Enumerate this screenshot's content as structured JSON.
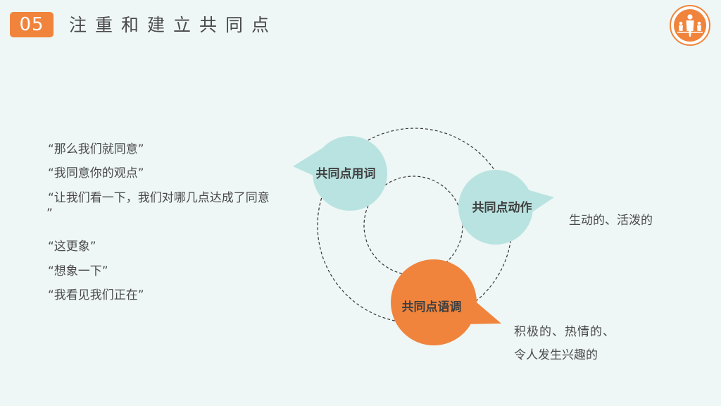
{
  "header": {
    "section_number": "05",
    "title": "注重和建立共同点"
  },
  "quotes": [
    "“那么我们就同意”",
    "“我同意你的观点”",
    "“让我们看一下，我们对哪几点达成了同意",
    "”",
    "“这更象”",
    "“想象一下”",
    "“我看见我们正在”"
  ],
  "diagram": {
    "bubbles": [
      {
        "label": "共同点用词",
        "color": "#b9e3e1"
      },
      {
        "label": "共同点动作",
        "color": "#b9e3e1"
      },
      {
        "label": "共同点语调",
        "color": "#f0843c"
      }
    ],
    "notes": {
      "action": "生动的、活泼的",
      "tone_line1": "积极的、热情的、",
      "tone_line2": "令人发生兴趣的"
    }
  },
  "colors": {
    "accent": "#f0843c",
    "teal": "#b9e3e1",
    "background": "#eef7f5",
    "text": "#4a4a4a"
  },
  "icons": [
    "business-people-logo-icon"
  ]
}
